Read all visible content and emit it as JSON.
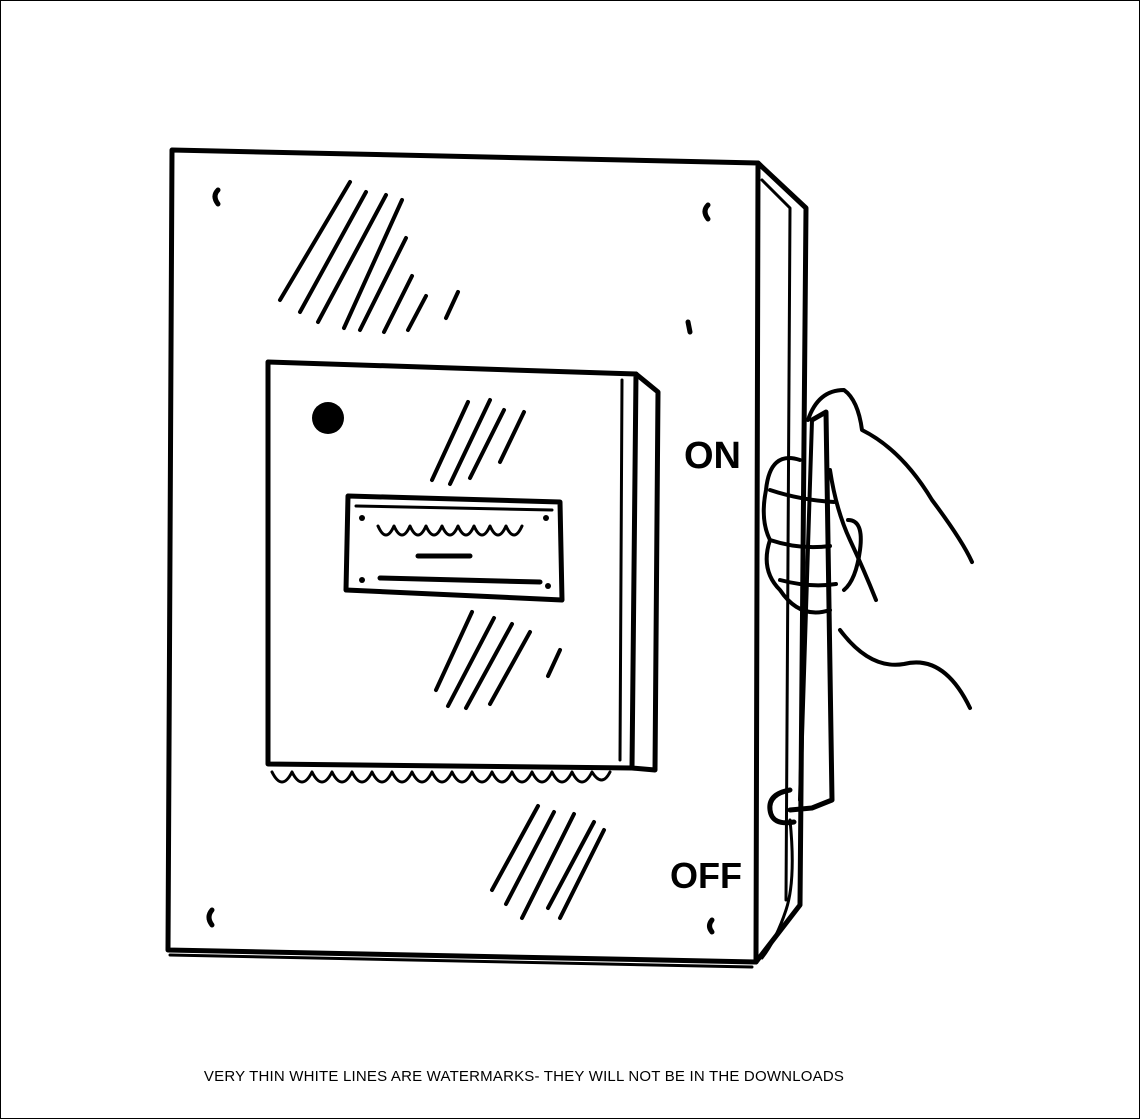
{
  "switch_labels": {
    "on": "ON",
    "off": "OFF"
  },
  "caption": "VERY THIN WHITE LINES ARE WATERMARKS- THEY WILL NOT BE IN THE DOWNLOADS",
  "colors": {
    "ink": "#000000",
    "background": "#ffffff"
  }
}
